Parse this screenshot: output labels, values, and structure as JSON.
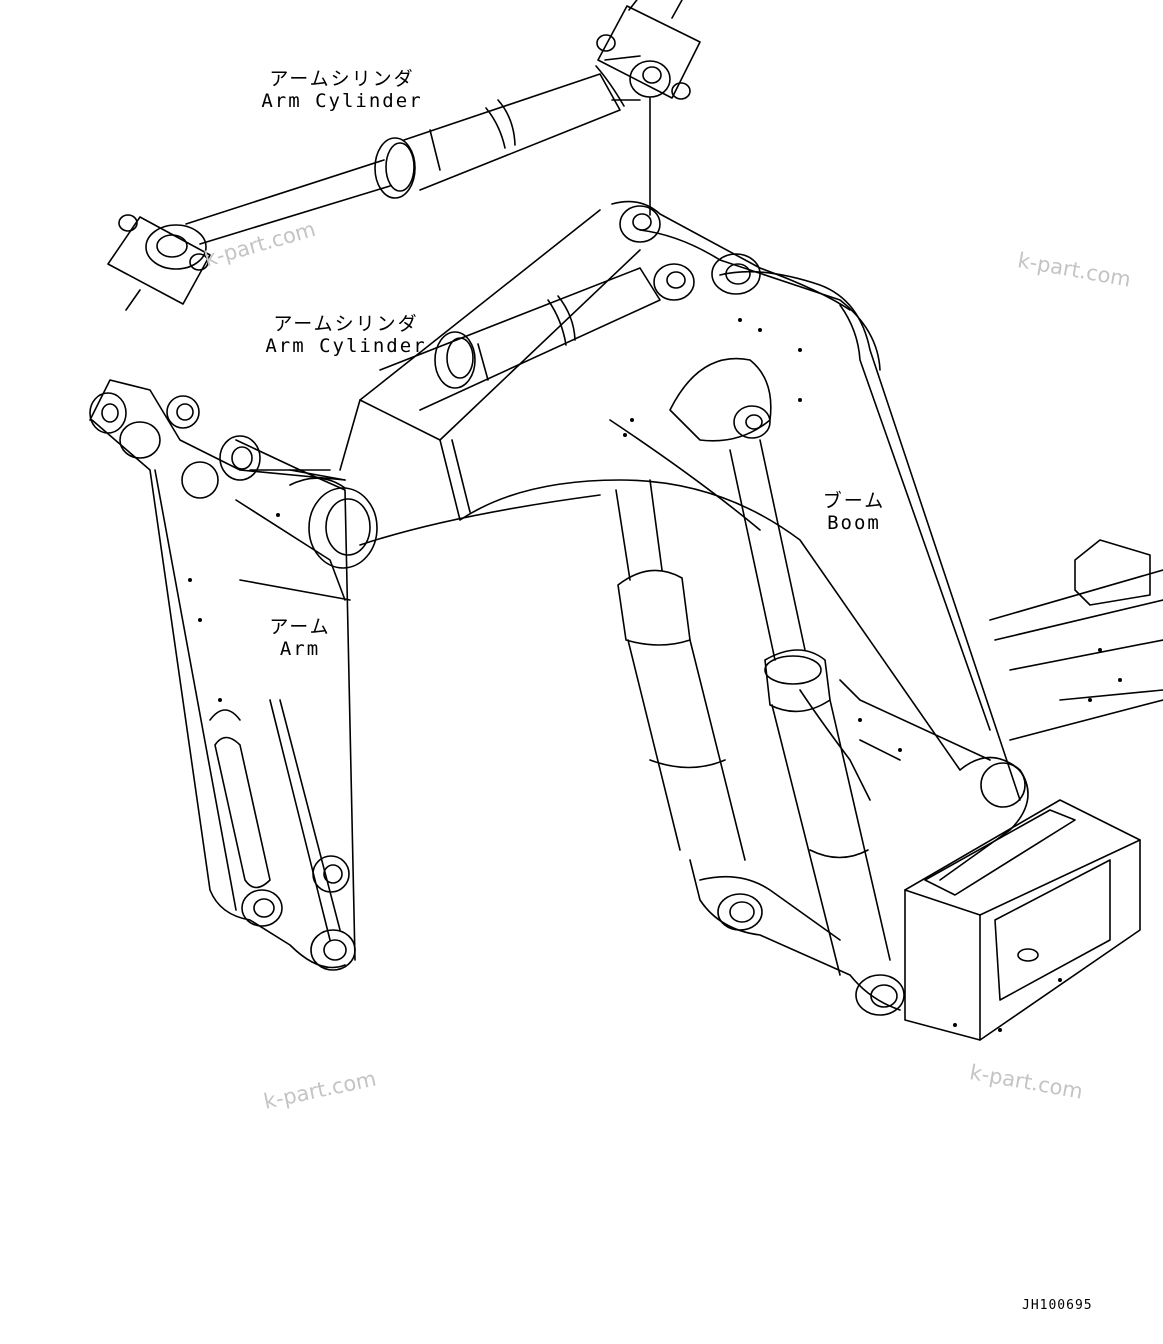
{
  "labels": {
    "arm_cylinder_top": {
      "jp": "アームシリンダ",
      "en": "Arm Cylinder"
    },
    "arm_cylinder_mid": {
      "jp": "アームシリンダ",
      "en": "Arm Cylinder"
    },
    "boom": {
      "jp": "ブーム",
      "en": "Boom"
    },
    "arm": {
      "jp": "アーム",
      "en": "Arm"
    }
  },
  "watermarks": [
    "k-part.com",
    "k-part.com",
    "k-part.com",
    "k-part.com"
  ],
  "drawing_code": "JH100695",
  "colors": {
    "line": "#000000",
    "watermark": "#c4c4c4",
    "background": "#ffffff"
  }
}
